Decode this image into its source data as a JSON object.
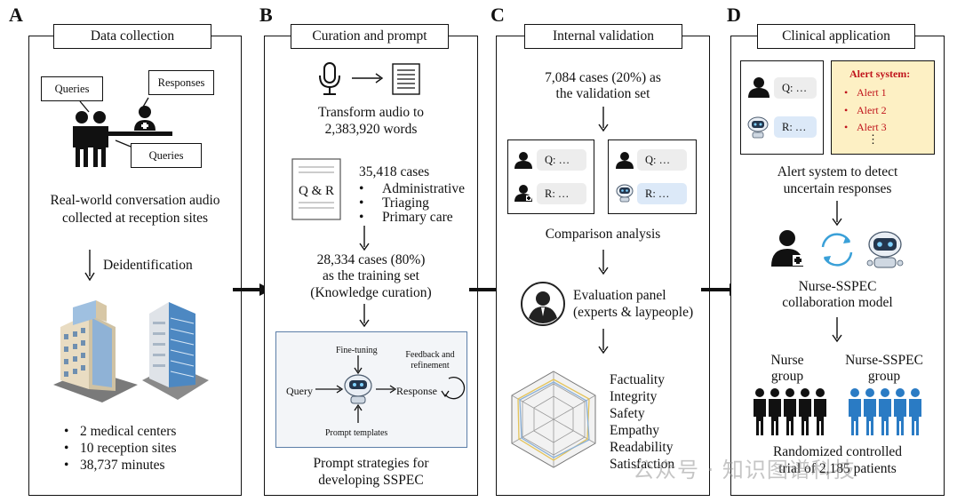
{
  "panels": {
    "a": {
      "letter": "A",
      "title": "Data collection",
      "bubbles": {
        "queries_left": "Queries",
        "responses": "Responses",
        "queries_bottom": "Queries"
      },
      "audio_text_1": "Real-world conversation audio",
      "audio_text_2": "collected at reception sites",
      "deid": "Deidentification",
      "stats": [
        "2 medical centers",
        "10 reception sites",
        "38,737 minutes"
      ]
    },
    "b": {
      "letter": "B",
      "title": "Curation and prompt",
      "transform_1": "Transform audio to",
      "transform_2": "2,383,920 words",
      "doc_label": "Q & R",
      "cases": "35,418 cases",
      "case_types": [
        "Administrative",
        "Triaging",
        "Primary care"
      ],
      "train_1": "28,334 cases (80%)",
      "train_2": "as the training set",
      "train_3": "(Knowledge curation)",
      "prompt_box": {
        "finetuning": "Fine-tuning",
        "feedback_1": "Feedback and",
        "feedback_2": "refinement",
        "query": "Query",
        "response": "Response",
        "templates": "Prompt templates"
      },
      "strategy_1": "Prompt strategies for",
      "strategy_2": "developing SSPEC"
    },
    "c": {
      "letter": "C",
      "title": "Internal validation",
      "val_1": "7,084 cases (20%) as",
      "val_2": "the validation set",
      "q_text": "Q: …",
      "r_text": "R: …",
      "comparison": "Comparison analysis",
      "eval_1": "Evaluation panel",
      "eval_2": "(experts & laypeople)",
      "metrics": [
        "Factuality",
        "Integrity",
        "Safety",
        "Empathy",
        "Readability",
        "Satisfaction"
      ]
    },
    "d": {
      "letter": "D",
      "title": "Clinical application",
      "q_text": "Q: …",
      "r_text": "R: …",
      "alert_title": "Alert system:",
      "alerts": [
        "Alert 1",
        "Alert 2",
        "Alert 3"
      ],
      "alert_more": "⋮",
      "detect_1": "Alert system to detect",
      "detect_2": "uncertain responses",
      "collab_1": "Nurse-SSPEC",
      "collab_2": "collaboration model",
      "nurse_group_1": "Nurse",
      "nurse_group_2": "group",
      "sspec_group_1": "Nurse-SSPEC",
      "sspec_group_2": "group",
      "rct_1": "Randomized controlled",
      "rct_2": "trial of 2,185 patients"
    }
  },
  "watermark": "公众号 · 知识图谱科技",
  "colors": {
    "alert_bg": "#fdf0c4",
    "alert_text": "#c0141c",
    "robot_bubble": "#dce9f8",
    "human_bubble": "#ededed",
    "group_blue": "#2a7bc4"
  }
}
